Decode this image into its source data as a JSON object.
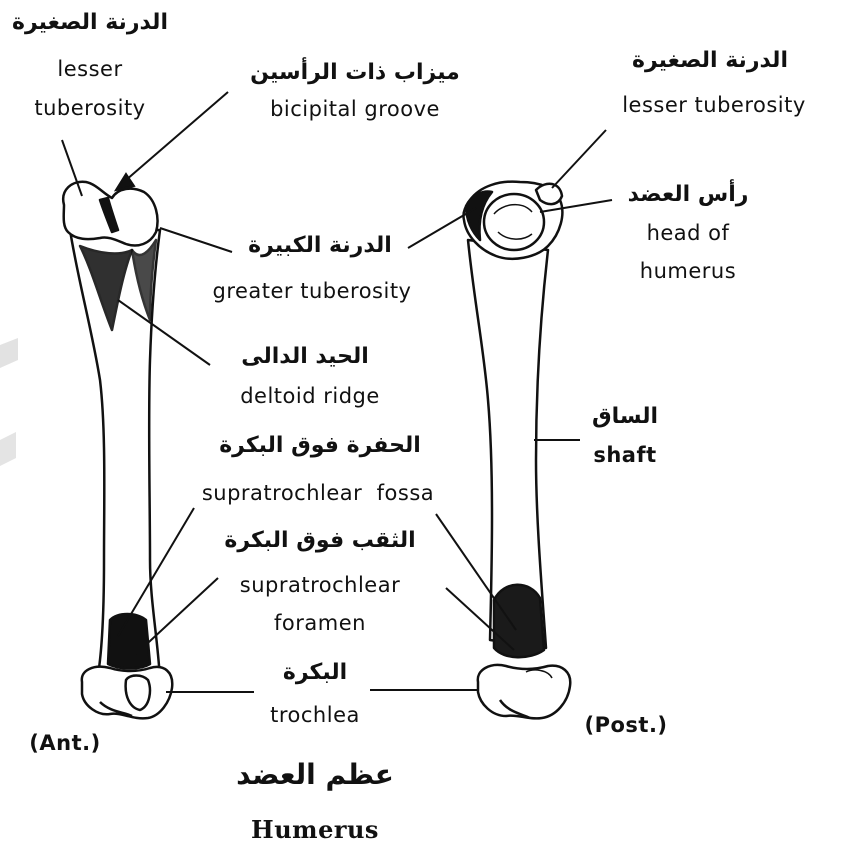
{
  "labels": {
    "lesser_tuberosity_left": {
      "ar": "الدرنة الصغيرة",
      "en_line1": "lesser",
      "en_line2": "tuberosity"
    },
    "bicipital_groove": {
      "ar": "ميزاب ذات الرأسين",
      "en": "bicipital groove"
    },
    "lesser_tuberosity_right": {
      "ar": "الدرنة الصغيرة",
      "en": "lesser tuberosity"
    },
    "head_of_humerus": {
      "ar": "رأس العضد",
      "en_line1": "head of",
      "en_line2": "humerus"
    },
    "greater_tuberosity": {
      "ar": "الدرنة الكبيرة",
      "en": "greater tuberosity"
    },
    "deltoid_ridge": {
      "ar": "الحيد الدالى",
      "en": "deltoid ridge"
    },
    "shaft": {
      "ar": "الساق",
      "en": "shaft"
    },
    "supratrochlear_fossa": {
      "ar": "الحفرة فوق البكرة",
      "en": "supratrochlear  fossa"
    },
    "supratrochlear_foramen": {
      "ar": "الثقب فوق البكرة",
      "en_line1": "supratrochlear",
      "en_line2": "foramen"
    },
    "trochlea": {
      "ar": "البكرة",
      "en": "trochlea"
    },
    "anterior": "(Ant.)",
    "posterior": "(Post.)",
    "title_ar": "عظم العضد",
    "title_en": "Humerus"
  },
  "colors": {
    "ink": "#111111",
    "bone": "#ffffff",
    "shade": "#1a1a1a"
  }
}
